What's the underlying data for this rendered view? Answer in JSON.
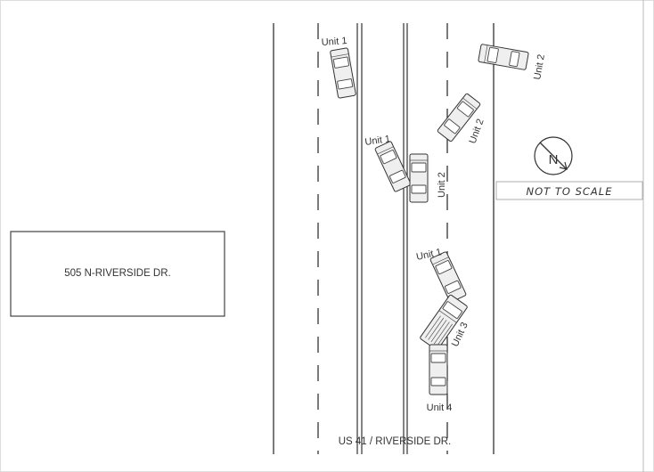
{
  "road": {
    "name": "US 41 / RIVERSIDE DR."
  },
  "building": {
    "label": "505 N-RIVERSIDE DR."
  },
  "legend": {
    "north_label": "N",
    "scale_note": "NOT TO SCALE"
  },
  "units": {
    "unit1_a": "Unit 1",
    "unit2_a": "Unit 2",
    "unit2_b": "Unit 2",
    "unit1_b": "Unit 1",
    "unit2_c": "Unit 2",
    "unit1_c": "Unit 1",
    "unit3": "Unit 3",
    "unit4": "Unit 4"
  }
}
